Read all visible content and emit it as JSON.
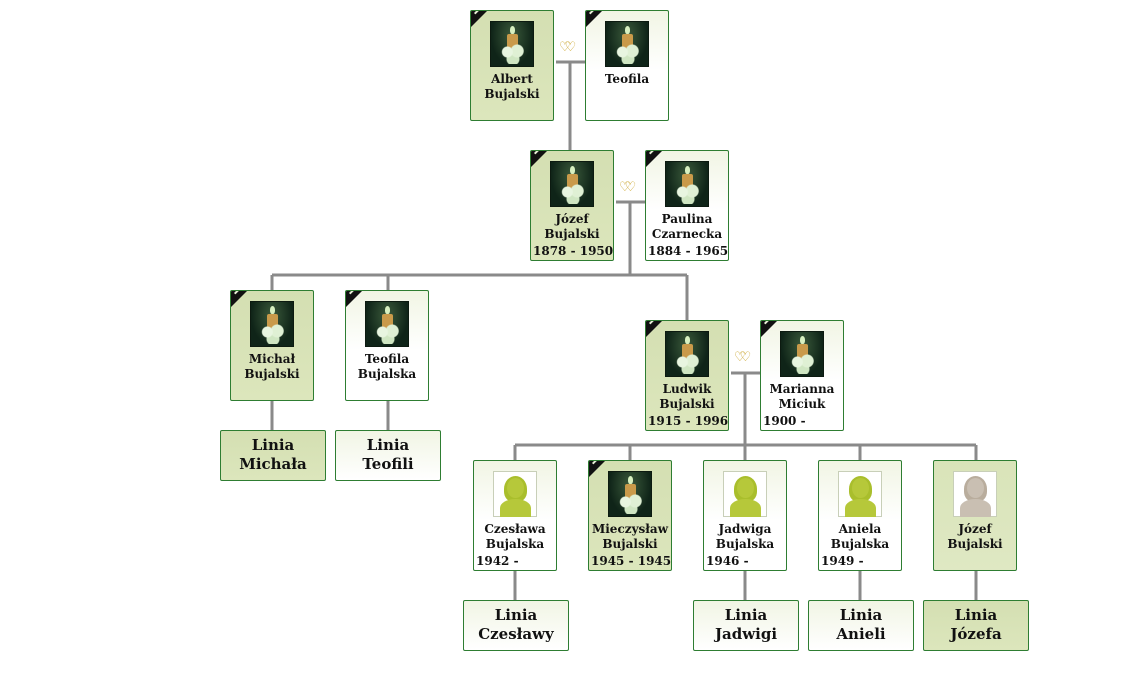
{
  "colors": {
    "connector": "#8a8a8a",
    "border": "#2e7d32",
    "male_bg": "#d4dfb2",
    "female_bg": "#ffffff",
    "heart": "#c9a227"
  },
  "people": {
    "albert": {
      "name": "Albert\nBujalski",
      "dates": "",
      "sex": "male",
      "deceased": true,
      "photo": "candle-icon"
    },
    "teofila_s": {
      "name": "Teofila",
      "dates": "",
      "sex": "female",
      "deceased": true,
      "photo": "candle-icon"
    },
    "jozef": {
      "name": "Józef\nBujalski",
      "dates": "1878 - 1950",
      "sex": "male",
      "deceased": true,
      "photo": "candle-icon"
    },
    "paulina": {
      "name": "Paulina\nCzarnecka",
      "dates": "1884 - 1965",
      "sex": "female",
      "deceased": true,
      "photo": "candle-icon"
    },
    "michal": {
      "name": "Michał\nBujalski",
      "dates": "",
      "sex": "male",
      "deceased": true,
      "photo": "candle-icon"
    },
    "teofila_b": {
      "name": "Teofila\nBujalska",
      "dates": "",
      "sex": "female",
      "deceased": true,
      "photo": "candle-icon"
    },
    "ludwik": {
      "name": "Ludwik\nBujalski",
      "dates": "1915 - 1996",
      "sex": "male",
      "deceased": true,
      "photo": "candle-icon"
    },
    "marianna": {
      "name": "Marianna\nMiciuk",
      "dates": "1900 -",
      "sex": "female",
      "deceased": true,
      "photo": "candle-icon"
    },
    "czeslawa": {
      "name": "Czesława\nBujalska",
      "dates": "1942 -",
      "sex": "female",
      "deceased": false,
      "photo": "female-silhouette-icon"
    },
    "mieczyslaw": {
      "name": "Mieczysław\nBujalski",
      "dates": "1945 - 1945",
      "sex": "male",
      "deceased": true,
      "photo": "candle-icon"
    },
    "jadwiga": {
      "name": "Jadwiga\nBujalska",
      "dates": "1946 -",
      "sex": "female",
      "deceased": false,
      "photo": "female-silhouette-icon"
    },
    "aniela": {
      "name": "Aniela\nBujalska",
      "dates": "1949 -",
      "sex": "female",
      "deceased": false,
      "photo": "female-silhouette-icon"
    },
    "jozef2": {
      "name": "Józef\nBujalski",
      "dates": "",
      "sex": "male",
      "deceased": false,
      "photo": "unknown-silhouette-icon"
    }
  },
  "lineages": {
    "michala": "Linia\nMichała",
    "teofili": "Linia\nTeofili",
    "czeslawy": "Linia\nCzesławy",
    "jadwigi": "Linia\nJadwigi",
    "anieli": "Linia\nAnieli",
    "jozefa": "Linia\nJózefa"
  },
  "marriage_icon": "linked-hearts-icon"
}
